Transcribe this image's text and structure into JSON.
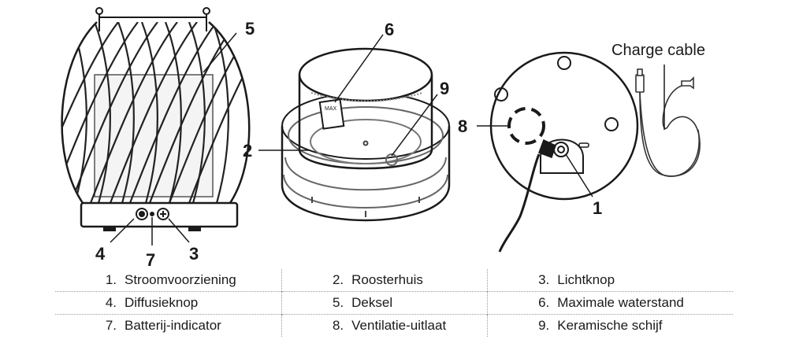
{
  "callouts": {
    "c1": "1",
    "c2": "2",
    "c3": "3",
    "c4": "4",
    "c5": "5",
    "c6": "6",
    "c7": "7",
    "c8": "8",
    "c9": "9"
  },
  "cable_label": "Charge cable",
  "legend": {
    "rows": [
      [
        {
          "num": "1.",
          "text": "Stroomvoorziening"
        },
        {
          "num": "2.",
          "text": "Roosterhuis"
        },
        {
          "num": "3.",
          "text": "Lichtknop"
        }
      ],
      [
        {
          "num": "4.",
          "text": "Diffusieknop"
        },
        {
          "num": "5.",
          "text": "Deksel"
        },
        {
          "num": "6.",
          "text": "Maximale waterstand"
        }
      ],
      [
        {
          "num": "7.",
          "text": "Batterij-indicator"
        },
        {
          "num": "8.",
          "text": "Ventilatie-uitlaat"
        },
        {
          "num": "9.",
          "text": "Keramische schijf"
        }
      ]
    ]
  }
}
